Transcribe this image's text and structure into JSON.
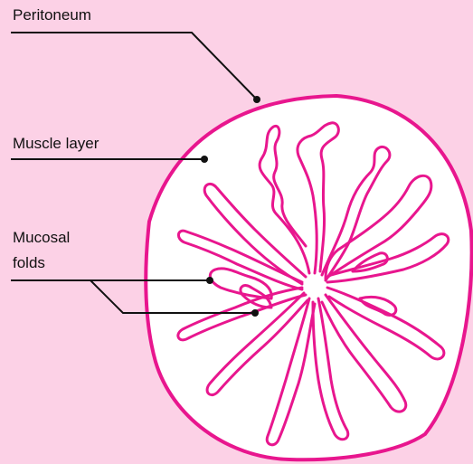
{
  "labels": {
    "peritoneum": "Peritoneum",
    "muscle_layer": "Muscle layer",
    "mucosal_line1": "Mucosal",
    "mucosal_line2": "folds"
  },
  "colors": {
    "background": "#fcd1e6",
    "outline": "#e8168e",
    "fill": "#ffffff",
    "leader": "#111111"
  }
}
